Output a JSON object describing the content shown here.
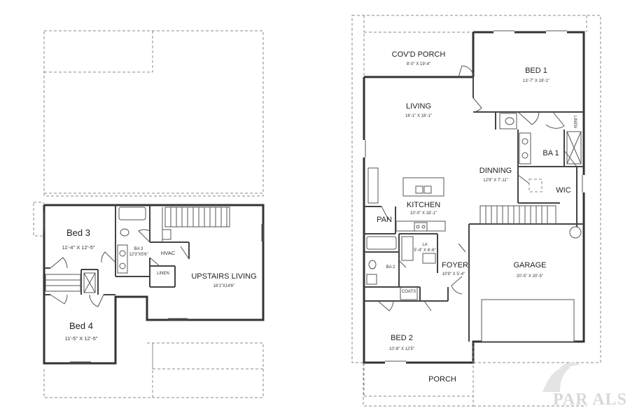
{
  "upper_floor": {
    "bed3": {
      "name": "Bed 3",
      "dims": "11'-4\" X 12'-5\""
    },
    "ba3": {
      "name": "BA 3",
      "dims": "12'3\"X5'6\""
    },
    "hvac": {
      "name": "HVAC"
    },
    "linen": {
      "name": "LINEN"
    },
    "upstairs_living": {
      "name": "UPSTAIRS LIVING",
      "dims": "16'1\"X14'6\""
    },
    "bed4": {
      "name": "Bed 4",
      "dims": "11'-5\" X 12'-5\""
    }
  },
  "main_floor": {
    "covd_porch": {
      "name": "COV'D PORCH",
      "dims": "8'-0\" X 19'-4\""
    },
    "bed1": {
      "name": "BED 1",
      "dims": "13'-7\" X 19'-1\""
    },
    "living": {
      "name": "LIVING",
      "dims": "16'-1\" X 18'-1\""
    },
    "linen": {
      "name": "LINEN"
    },
    "ba1": {
      "name": "BA 1"
    },
    "dinning": {
      "name": "DINNING",
      "dims": "12'9\" X 7'-11\""
    },
    "wic": {
      "name": "WIC"
    },
    "kitchen": {
      "name": "KITCHEN",
      "dims": "10'-0\" X 18'-1\""
    },
    "pan": {
      "name": "PAN"
    },
    "la": {
      "name": "LA",
      "dims": "5'-4\" X 6'-6\""
    },
    "ba2": {
      "name": "BA 2"
    },
    "foyer": {
      "name": "FOYER",
      "dims": "10'9\" X 5'-4\""
    },
    "coats": {
      "name": "COATS"
    },
    "garage": {
      "name": "GARAGE",
      "dims": "20'-5\" X 20'-5\""
    },
    "bed2": {
      "name": "BED 2",
      "dims": "10'-8\" X 12'5\""
    },
    "porch": {
      "name": "PORCH"
    }
  },
  "watermark": {
    "text": "PAR ALS"
  }
}
